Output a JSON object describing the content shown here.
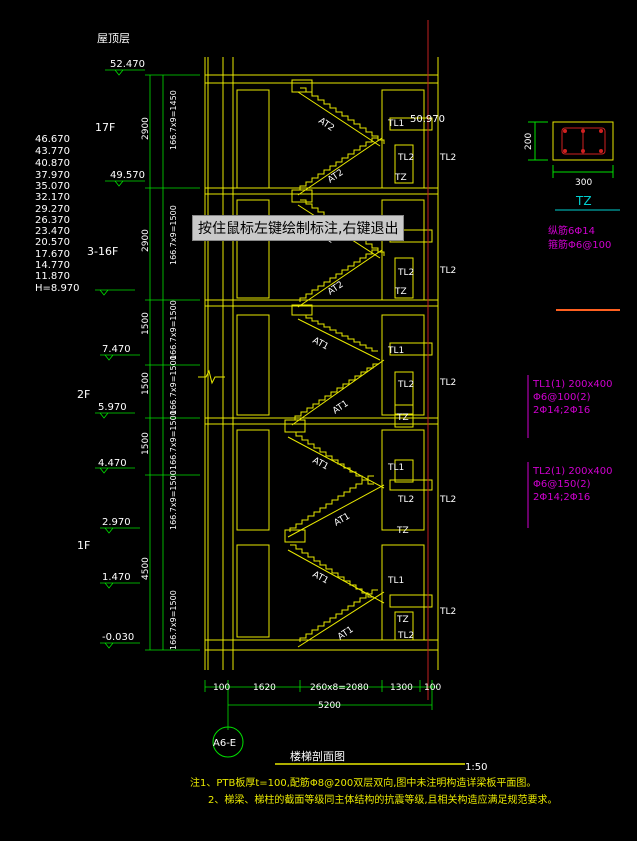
{
  "header": {
    "roof_label": "屋顶层"
  },
  "levels": {
    "stack": [
      "46.670",
      "43.770",
      "40.870",
      "37.970",
      "35.070",
      "32.170",
      "29.270",
      "26.370",
      "23.470",
      "20.570",
      "17.670",
      "14.770",
      "11.870",
      "H=8.970"
    ],
    "marks": [
      "52.470",
      "49.570",
      "7.470",
      "5.970",
      "4.470",
      "2.970",
      "1.470",
      "-0.030"
    ],
    "top_right": "50.970"
  },
  "floors": {
    "f17": "17F",
    "f3_16": "3-16F",
    "f2": "2F",
    "f1": "1F"
  },
  "vertical_dims": [
    "2900",
    "2900",
    "1500",
    "1500",
    "1500",
    "4500"
  ],
  "vertical_dims_detail": [
    "166.7x9=1450",
    "166.7x9=1500",
    "166.7x9=1500",
    "166.7x9=1500",
    "166.7x9=1500",
    "166.7x9=1500",
    "166.7x9=1500"
  ],
  "horizontal_dims": [
    "100",
    "1620",
    "260x8=2080",
    "1300",
    "100"
  ],
  "total_dim": "5200",
  "stair_labels": {
    "at2": "AT2",
    "at1": "AT1",
    "tl1": "TL1",
    "tl2": "TL2",
    "tz": "TZ"
  },
  "axis_bubble": "A6-E",
  "title": {
    "name": "楼梯剖面图",
    "scale": "1:50"
  },
  "notes": [
    "注1、PTB板厚t=100,配筋Φ8@200双层双向,图中未注明构造详梁板平面图。",
    "2、梯梁、梯柱的截面等级同主体结构的抗震等级,且相关构造应满足规范要求。"
  ],
  "tz_section": {
    "height": "200",
    "width": "300",
    "label": "TZ",
    "rebar1": "纵筋6Φ14",
    "rebar2": "箍筋Φ6@100"
  },
  "tl1_spec": {
    "name": "TL1(1) 200x400",
    "line1": "Φ6@100(2)",
    "line2": "2Φ14;2Φ16"
  },
  "tl2_spec": {
    "name": "TL2(1) 200x400",
    "line1": "Φ6@150(2)",
    "line2": "2Φ14;2Φ16"
  },
  "tooltip": "按住鼠标左键绘制标注,右键退出",
  "colors": {
    "green": "#00e000",
    "yellow": "#e8e800",
    "white": "#ffffff",
    "cyan": "#00d0d0",
    "magenta": "#d000d0",
    "red": "#ff2020",
    "orange": "#ff6020"
  }
}
